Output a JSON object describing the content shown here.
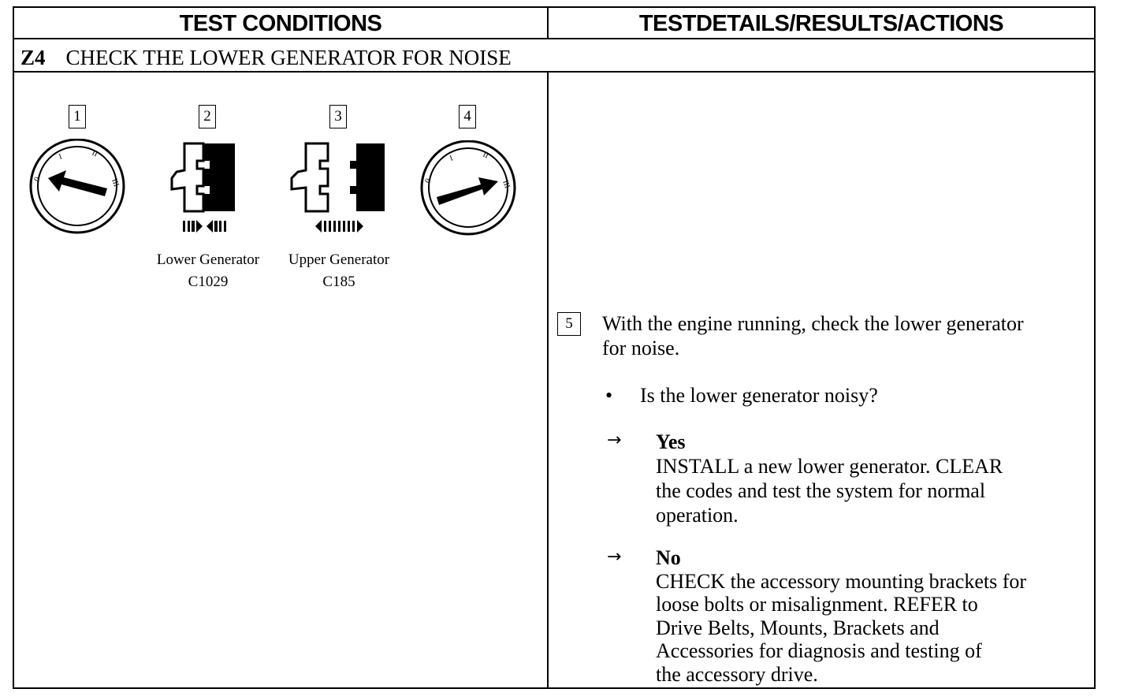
{
  "header": {
    "left": "TEST CONDITIONS",
    "right": "TESTDETAILS/RESULTS/ACTIONS"
  },
  "test": {
    "code": "Z4",
    "title": "CHECK THE LOWER GENERATOR FOR NOISE"
  },
  "figures": [
    {
      "number": "1",
      "icon": "ignition-switch-off-icon"
    },
    {
      "number": "2",
      "icon": "connector-connect-icon",
      "caption_line1": "Lower Generator",
      "caption_line2": "C1029"
    },
    {
      "number": "3",
      "icon": "connector-disconnect-icon",
      "caption_line1": "Upper Generator",
      "caption_line2": "C185"
    },
    {
      "number": "4",
      "icon": "ignition-switch-run-icon"
    }
  ],
  "ignition_marks": [
    "0",
    "I",
    "II",
    "III"
  ],
  "step": {
    "number": "5",
    "instruction_line1": "With the engine running, check the lower generator",
    "instruction_line2": "for noise.",
    "question": "Is the lower generator noisy?",
    "bullet": "•",
    "arrow": "→",
    "yes": {
      "label": "Yes",
      "lines": [
        "INSTALL a new lower generator. CLEAR",
        "the codes and test the system for normal",
        "operation."
      ]
    },
    "no": {
      "label": "No",
      "lines": [
        "CHECK the accessory mounting brackets for",
        "loose bolts or misalignment. REFER to",
        "Drive Belts, Mounts, Brackets and",
        "Accessories  for diagnosis and testing of",
        "the accessory drive."
      ]
    }
  }
}
